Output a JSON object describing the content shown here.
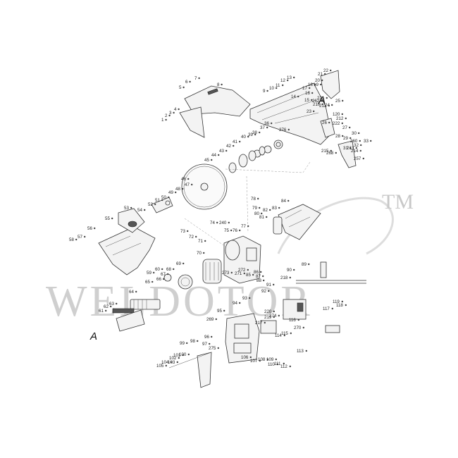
{
  "diagram": {
    "callouts": [
      "A",
      "A"
    ],
    "watermark": {
      "text": "WELDOTOR",
      "trademark": "TM"
    },
    "part_numbers": [
      "1",
      "2",
      "3",
      "4",
      "5",
      "6",
      "7",
      "8",
      "9",
      "10",
      "11",
      "12",
      "13",
      "14",
      "15",
      "16",
      "17",
      "18",
      "19",
      "20",
      "21",
      "22",
      "23",
      "24",
      "25",
      "26",
      "27",
      "28",
      "29",
      "30",
      "31",
      "32",
      "33",
      "36",
      "37",
      "38",
      "39",
      "40",
      "41",
      "42",
      "43",
      "44",
      "45",
      "46",
      "47",
      "48",
      "49",
      "50",
      "51",
      "52",
      "53",
      "54",
      "55",
      "56",
      "57",
      "58",
      "59",
      "60",
      "61",
      "62",
      "63",
      "64",
      "65",
      "66",
      "67",
      "68",
      "69",
      "70",
      "71",
      "72",
      "73",
      "74",
      "75",
      "76",
      "77",
      "78",
      "79",
      "80",
      "81",
      "82",
      "83",
      "84",
      "85",
      "86",
      "87",
      "88",
      "89",
      "90",
      "91",
      "92",
      "93",
      "94",
      "95",
      "96",
      "97",
      "98",
      "99",
      "100",
      "101",
      "102",
      "103",
      "104",
      "105",
      "106",
      "107",
      "108",
      "109",
      "110",
      "111",
      "112",
      "113",
      "114",
      "115",
      "116",
      "117",
      "118",
      "119",
      "120",
      "211",
      "212",
      "213",
      "214",
      "215",
      "216",
      "217",
      "218",
      "219",
      "220",
      "221",
      "222",
      "240",
      "257",
      "260",
      "262",
      "268",
      "269",
      "270",
      "271",
      "272",
      "273",
      "274",
      "275",
      "276"
    ]
  }
}
